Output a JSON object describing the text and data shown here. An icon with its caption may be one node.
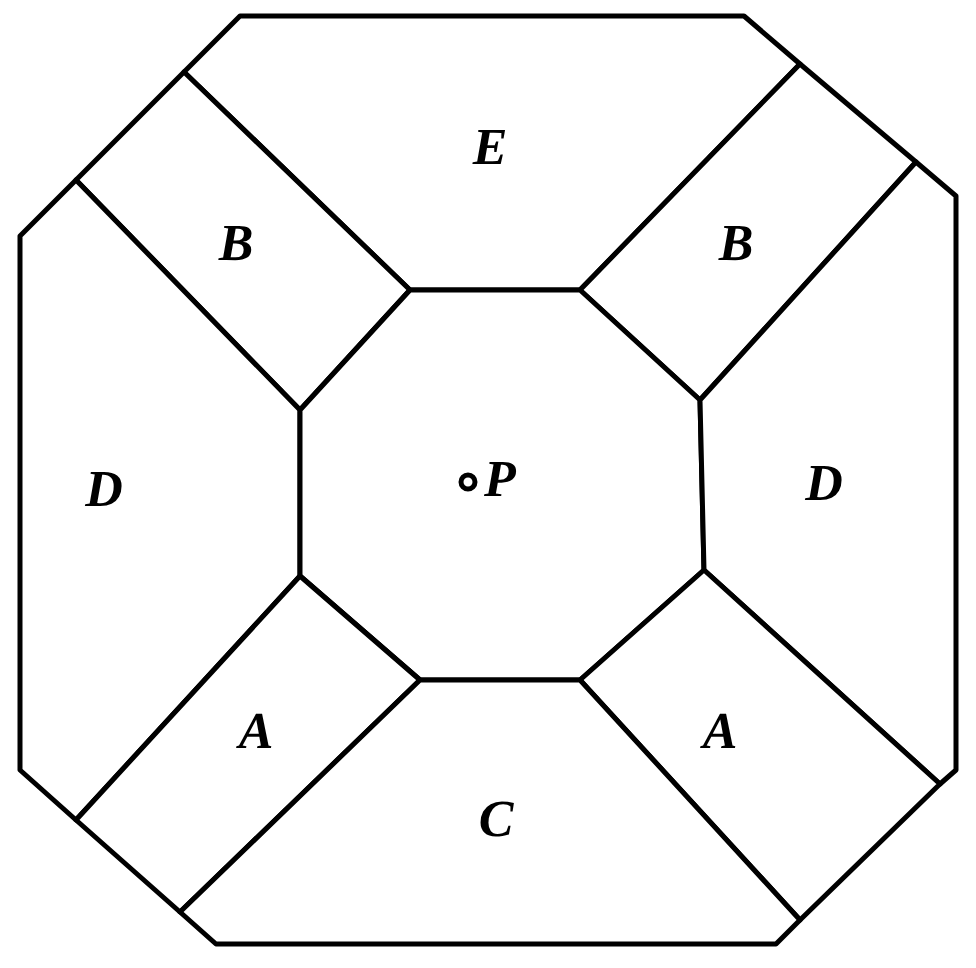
{
  "diagram": {
    "nodes": [
      {
        "text": [
          "E"
        ]
      },
      {
        "text": [
          "B"
        ]
      },
      {
        "text": [
          "B"
        ]
      },
      {
        "text": [
          "D"
        ]
      },
      {
        "text": [
          "P"
        ]
      },
      {
        "text": [
          "D"
        ]
      },
      {
        "text": [
          "A"
        ]
      },
      {
        "text": [
          "A"
        ]
      },
      {
        "text": [
          "C"
        ]
      }
    ]
  }
}
